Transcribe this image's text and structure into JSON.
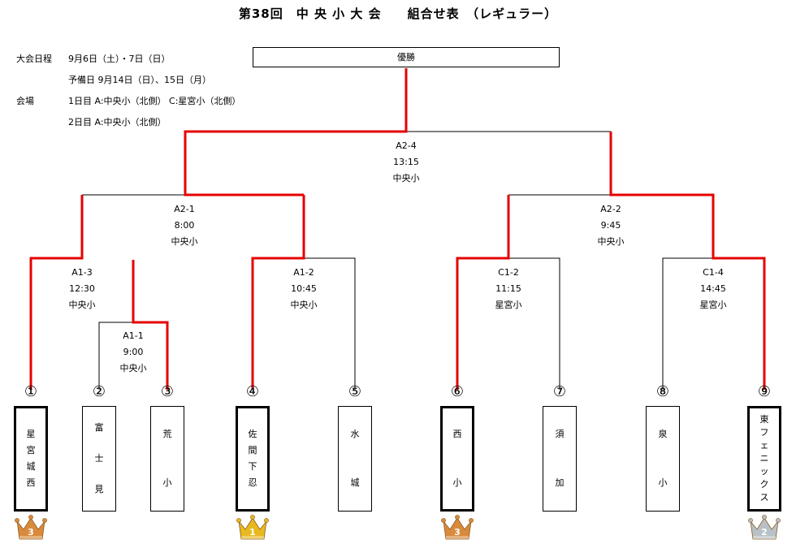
{
  "title": "第38回　中 央 小 大 会　　組合せ表　（レギュラー）",
  "schedule": {
    "label": "大会日程",
    "dates": "9月6日（土）・7日（日）",
    "reserve": "予備日 9月14日（日）、15日（月）"
  },
  "venue": {
    "label": "会場",
    "day1": "1日目 A:中央小（北側） C:星宮小（北側）",
    "day2": "2日目 A:中央小（北側）"
  },
  "champion_label": "優勝",
  "matches": {
    "final": {
      "id": "A2-4",
      "time": "13:15",
      "place": "中央小"
    },
    "semi_l": {
      "id": "A2-1",
      "time": "8:00",
      "place": "中央小"
    },
    "semi_r": {
      "id": "A2-2",
      "time": "9:45",
      "place": "中央小"
    },
    "q1": {
      "id": "A1-3",
      "time": "12:30",
      "place": "中央小"
    },
    "q2": {
      "id": "A1-2",
      "time": "10:45",
      "place": "中央小"
    },
    "q3": {
      "id": "C1-2",
      "time": "11:15",
      "place": "星宮小"
    },
    "q4": {
      "id": "C1-4",
      "time": "14:45",
      "place": "星宮小"
    },
    "first": {
      "id": "A1-1",
      "time": "9:00",
      "place": "中央小"
    }
  },
  "teams": [
    {
      "seed": "①",
      "name": "星宮城西",
      "chars": [
        "星",
        "宮",
        "城",
        "西"
      ],
      "highlight": true
    },
    {
      "seed": "②",
      "name": "富士見",
      "chars": [
        "富",
        "士",
        "見"
      ],
      "highlight": false
    },
    {
      "seed": "③",
      "name": "荒小",
      "chars": [
        "荒",
        "小"
      ],
      "highlight": false
    },
    {
      "seed": "④",
      "name": "佐間下忍",
      "chars": [
        "佐",
        "間",
        "下",
        "忍"
      ],
      "highlight": true
    },
    {
      "seed": "⑤",
      "name": "水城",
      "chars": [
        "水",
        "城"
      ],
      "highlight": false
    },
    {
      "seed": "⑥",
      "name": "西小",
      "chars": [
        "西",
        "小"
      ],
      "highlight": true
    },
    {
      "seed": "⑦",
      "name": "須加",
      "chars": [
        "須",
        "加"
      ],
      "highlight": false
    },
    {
      "seed": "⑧",
      "name": "泉小",
      "chars": [
        "泉",
        "小"
      ],
      "highlight": false
    },
    {
      "seed": "⑨",
      "name": "東フェニックス",
      "chars": [
        "東",
        "フ",
        "ェ",
        "ニ",
        "ッ",
        "ク",
        "ス"
      ],
      "highlight": true
    }
  ],
  "crowns": [
    {
      "team": "星宮城西",
      "rank": "3",
      "icon": "bronze-crown-icon",
      "color": "#d98a3c"
    },
    {
      "team": "佐間下忍",
      "rank": "1",
      "icon": "gold-crown-icon",
      "color": "#e8b820"
    },
    {
      "team": "西小",
      "rank": "3",
      "icon": "bronze-crown-icon",
      "color": "#d98a3c"
    },
    {
      "team": "東フェニックス",
      "rank": "2",
      "icon": "silver-crown-icon",
      "color": "#b8c0c8"
    }
  ],
  "colors": {
    "winner_path": "#e60000",
    "line": "#000000"
  }
}
